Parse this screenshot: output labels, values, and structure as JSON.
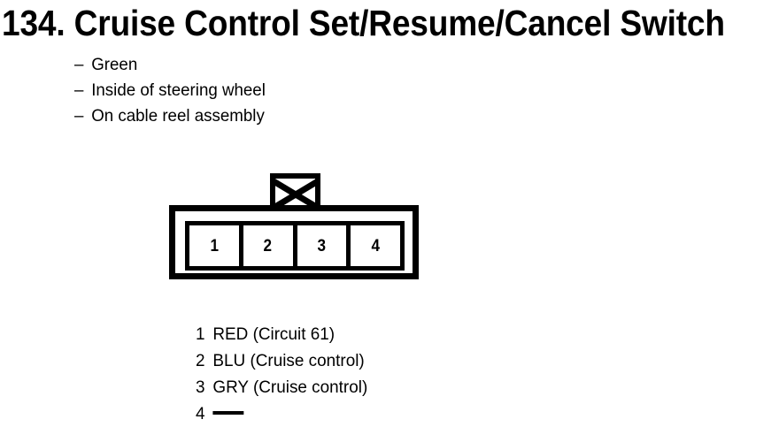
{
  "page": {
    "number": "134.",
    "title": "Cruise Control Set/Resume/Cancel Switch",
    "full_title": "134. Cruise Control Set/Resume/Cancel Switch",
    "background_color": "#ffffff",
    "ink_color": "#000000"
  },
  "description": {
    "bullet_marker": "–",
    "items": [
      {
        "marker": "–",
        "text": "Green"
      },
      {
        "marker": "–",
        "text": "Inside of steering wheel"
      },
      {
        "marker": "–",
        "text": "On cable reel assembly"
      }
    ]
  },
  "connector": {
    "name": "4-way connector",
    "tab_icon": "x-cross-icon",
    "cavity_count": 4,
    "cavities": [
      {
        "number": "1"
      },
      {
        "number": "2"
      },
      {
        "number": "3"
      },
      {
        "number": "4"
      }
    ]
  },
  "pin_legend": {
    "rows": [
      {
        "pin": "1",
        "wire": "RED (Circuit 61)",
        "is_unused": false
      },
      {
        "pin": "2",
        "wire": "BLU (Cruise control)",
        "is_unused": false
      },
      {
        "pin": "3",
        "wire": "GRY (Cruise control)",
        "is_unused": false
      },
      {
        "pin": "4",
        "wire": "",
        "is_unused": true
      }
    ]
  }
}
